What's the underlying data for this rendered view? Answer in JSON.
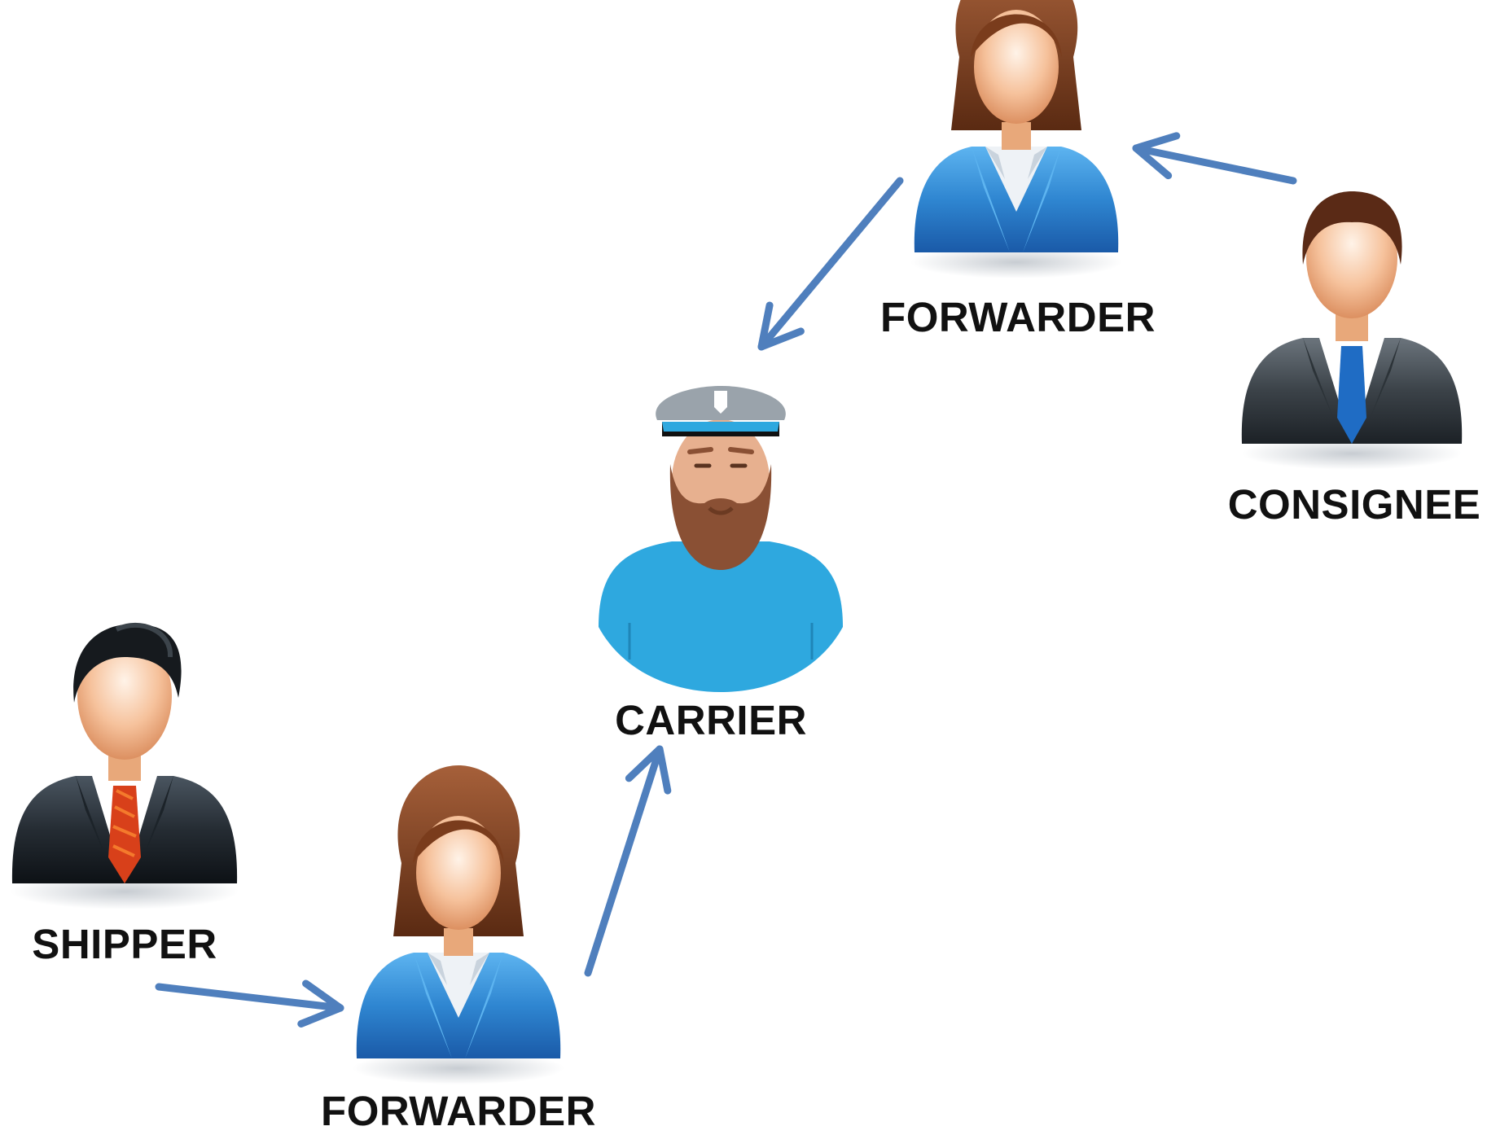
{
  "diagram": {
    "nodes": [
      {
        "id": "shipper",
        "label": "SHIPPER",
        "icon": "businessman-red-tie-icon"
      },
      {
        "id": "forwarder_origin",
        "label": "FORWARDER",
        "icon": "businesswoman-icon"
      },
      {
        "id": "carrier",
        "label": "CARRIER",
        "icon": "ship-captain-icon"
      },
      {
        "id": "forwarder_destination",
        "label": "FORWARDER",
        "icon": "businesswoman-icon"
      },
      {
        "id": "consignee",
        "label": "CONSIGNEE",
        "icon": "businessman-blue-tie-icon"
      }
    ],
    "edges": [
      {
        "from": "shipper",
        "to": "forwarder_origin"
      },
      {
        "from": "forwarder_origin",
        "to": "carrier"
      },
      {
        "from": "consignee",
        "to": "forwarder_destination"
      },
      {
        "from": "forwarder_destination",
        "to": "carrier"
      }
    ]
  },
  "colors": {
    "arrow": "#4f7fbd",
    "label": "#111111",
    "suit_blue": "#2f86d1",
    "suit_dark": "#3b4248",
    "carrier_shirt": "#2ea8df",
    "tie_red": "#d8401a",
    "tie_blue": "#1f6cc4"
  }
}
